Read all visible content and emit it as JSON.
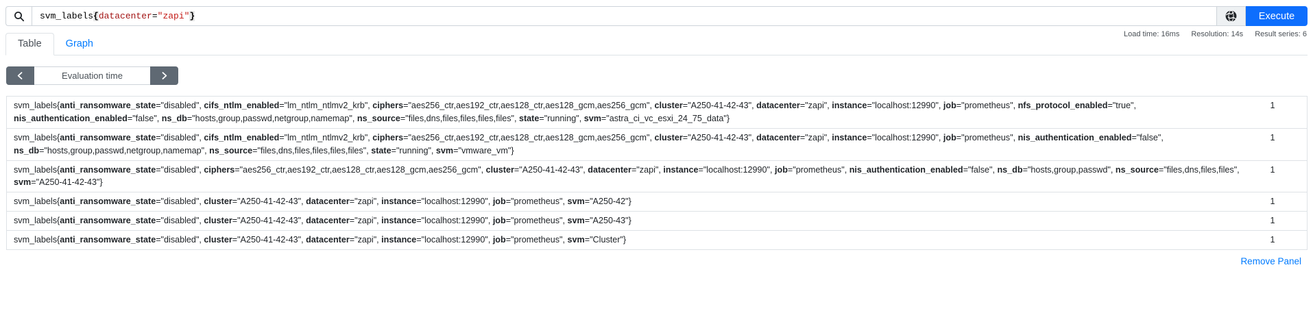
{
  "query_bar": {
    "search_icon": "search-icon",
    "query_string": "svm_labels{datacenter=\"zapi\"}",
    "query_tokens": [
      {
        "type": "metric",
        "text": "svm_labels"
      },
      {
        "type": "brace",
        "text": "{"
      },
      {
        "type": "label",
        "text": "datacenter"
      },
      {
        "type": "op",
        "text": "="
      },
      {
        "type": "string",
        "text": "\"zapi\""
      },
      {
        "type": "brace",
        "text": "}"
      }
    ],
    "explorer_icon": "globe-icon",
    "execute_label": "Execute"
  },
  "stats": {
    "load_time": "Load time: 16ms",
    "resolution": "Resolution: 14s",
    "result_series": "Result series: 6"
  },
  "tabs": [
    {
      "label": "Table",
      "active": true
    },
    {
      "label": "Graph",
      "active": false
    }
  ],
  "evaluation": {
    "prev_icon": "chevron-left-icon",
    "placeholder": "Evaluation time",
    "value": "",
    "next_icon": "chevron-right-icon"
  },
  "results": {
    "rows": [
      {
        "metric": "svm_labels",
        "labels": [
          [
            "anti_ransomware_state",
            "disabled"
          ],
          [
            "cifs_ntlm_enabled",
            "lm_ntlm_ntlmv2_krb"
          ],
          [
            "ciphers",
            "aes256_ctr,aes192_ctr,aes128_ctr,aes128_gcm,aes256_gcm"
          ],
          [
            "cluster",
            "A250-41-42-43"
          ],
          [
            "datacenter",
            "zapi"
          ],
          [
            "instance",
            "localhost:12990"
          ],
          [
            "job",
            "prometheus"
          ],
          [
            "nfs_protocol_enabled",
            "true"
          ],
          [
            "nis_authentication_enabled",
            "false"
          ],
          [
            "ns_db",
            "hosts,group,passwd,netgroup,namemap"
          ],
          [
            "ns_source",
            "files,dns,files,files,files,files"
          ],
          [
            "state",
            "running"
          ],
          [
            "svm",
            "astra_ci_vc_esxi_24_75_data"
          ]
        ],
        "value": "1"
      },
      {
        "metric": "svm_labels",
        "labels": [
          [
            "anti_ransomware_state",
            "disabled"
          ],
          [
            "cifs_ntlm_enabled",
            "lm_ntlm_ntlmv2_krb"
          ],
          [
            "ciphers",
            "aes256_ctr,aes192_ctr,aes128_ctr,aes128_gcm,aes256_gcm"
          ],
          [
            "cluster",
            "A250-41-42-43"
          ],
          [
            "datacenter",
            "zapi"
          ],
          [
            "instance",
            "localhost:12990"
          ],
          [
            "job",
            "prometheus"
          ],
          [
            "nis_authentication_enabled",
            "false"
          ],
          [
            "ns_db",
            "hosts,group,passwd,netgroup,namemap"
          ],
          [
            "ns_source",
            "files,dns,files,files,files,files"
          ],
          [
            "state",
            "running"
          ],
          [
            "svm",
            "vmware_vm"
          ]
        ],
        "value": "1"
      },
      {
        "metric": "svm_labels",
        "labels": [
          [
            "anti_ransomware_state",
            "disabled"
          ],
          [
            "ciphers",
            "aes256_ctr,aes192_ctr,aes128_ctr,aes128_gcm,aes256_gcm"
          ],
          [
            "cluster",
            "A250-41-42-43"
          ],
          [
            "datacenter",
            "zapi"
          ],
          [
            "instance",
            "localhost:12990"
          ],
          [
            "job",
            "prometheus"
          ],
          [
            "nis_authentication_enabled",
            "false"
          ],
          [
            "ns_db",
            "hosts,group,passwd"
          ],
          [
            "ns_source",
            "files,dns,files,files"
          ],
          [
            "svm",
            "A250-41-42-43"
          ]
        ],
        "value": "1"
      },
      {
        "metric": "svm_labels",
        "labels": [
          [
            "anti_ransomware_state",
            "disabled"
          ],
          [
            "cluster",
            "A250-41-42-43"
          ],
          [
            "datacenter",
            "zapi"
          ],
          [
            "instance",
            "localhost:12990"
          ],
          [
            "job",
            "prometheus"
          ],
          [
            "svm",
            "A250-42"
          ]
        ],
        "value": "1"
      },
      {
        "metric": "svm_labels",
        "labels": [
          [
            "anti_ransomware_state",
            "disabled"
          ],
          [
            "cluster",
            "A250-41-42-43"
          ],
          [
            "datacenter",
            "zapi"
          ],
          [
            "instance",
            "localhost:12990"
          ],
          [
            "job",
            "prometheus"
          ],
          [
            "svm",
            "A250-43"
          ]
        ],
        "value": "1"
      },
      {
        "metric": "svm_labels",
        "labels": [
          [
            "anti_ransomware_state",
            "disabled"
          ],
          [
            "cluster",
            "A250-41-42-43"
          ],
          [
            "datacenter",
            "zapi"
          ],
          [
            "instance",
            "localhost:12990"
          ],
          [
            "job",
            "prometheus"
          ],
          [
            "svm",
            "Cluster"
          ]
        ],
        "value": "1"
      }
    ]
  },
  "footer": {
    "remove_panel_label": "Remove Panel"
  },
  "colors": {
    "execute_blue": "#0d6efd",
    "link_blue": "#007bff",
    "stepper_gray": "#5f6973",
    "table_border": "#dee2e6",
    "label_name_red": "#a31515",
    "string_red": "#c41a16"
  }
}
